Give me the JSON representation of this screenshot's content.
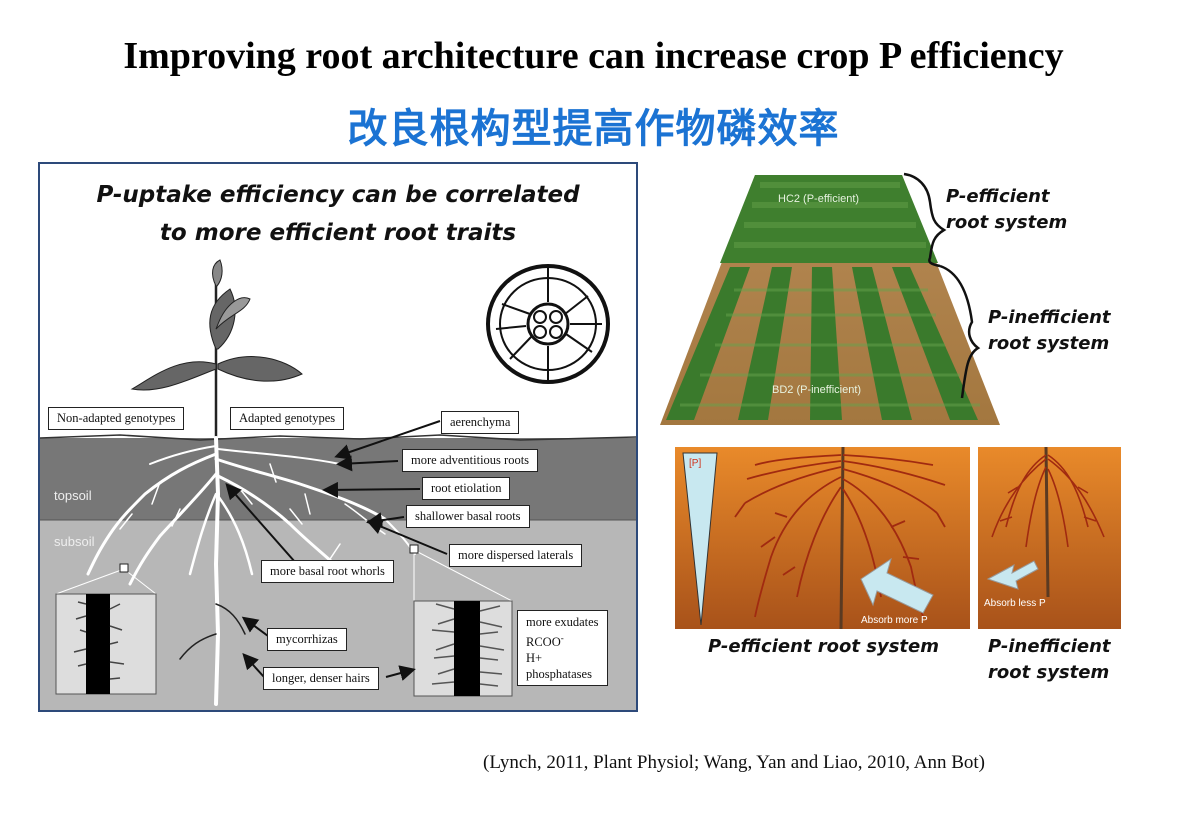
{
  "title": {
    "en": "Improving root architecture can increase crop P efficiency",
    "zh": "改良根构型提高作物磷效率"
  },
  "left_panel": {
    "heading_line1": "P-uptake efficiency can be correlated",
    "heading_line2": "to more efficient root traits",
    "genotype_labels": [
      "Non-adapted genotypes",
      "Adapted genotypes"
    ],
    "soil_layers": [
      "topsoil",
      "subsoil"
    ],
    "trait_labels": {
      "aerenchyma": "aerenchyma",
      "adventitious": "more adventitious roots",
      "etiolation": "root etiolation",
      "basal": "shallower basal roots",
      "laterals": "more dispersed laterals",
      "whorls": "more basal root whorls",
      "mycorrhizas": "mycorrhizas",
      "hairs": "longer, denser hairs"
    },
    "exudates": [
      "more exudates",
      "RCOO",
      "-",
      "H+",
      "phosphatases"
    ]
  },
  "right_panel": {
    "photo_labels": {
      "efficient": "HC2 (P-efficient)",
      "inefficient": "BD2 (P-inefficient)"
    },
    "photo_captions": {
      "efficient_line1": "P-efficient",
      "efficient_line2": "root system",
      "inefficient_line1": "P-inefficient",
      "inefficient_line2": "root system"
    },
    "diagram": {
      "gradient_label": "[P]",
      "absorb_more": "Absorb more P",
      "absorb_less": "Absorb less P"
    },
    "diagram_captions": {
      "efficient": "P-efficient root system",
      "inefficient_line1": "P-inefficient",
      "inefficient_line2": "root system"
    }
  },
  "citation": "(Lynch, 2011, Plant Physiol; Wang, Yan and Liao, 2010, Ann Bot)",
  "colors": {
    "title_zh": "#1b73d3",
    "topsoil": "#777777",
    "subsoil": "#b7b7b7",
    "soil_orange": "#d9781f",
    "roots_red": "#a12a10",
    "field_green": "#3f7f2e"
  }
}
